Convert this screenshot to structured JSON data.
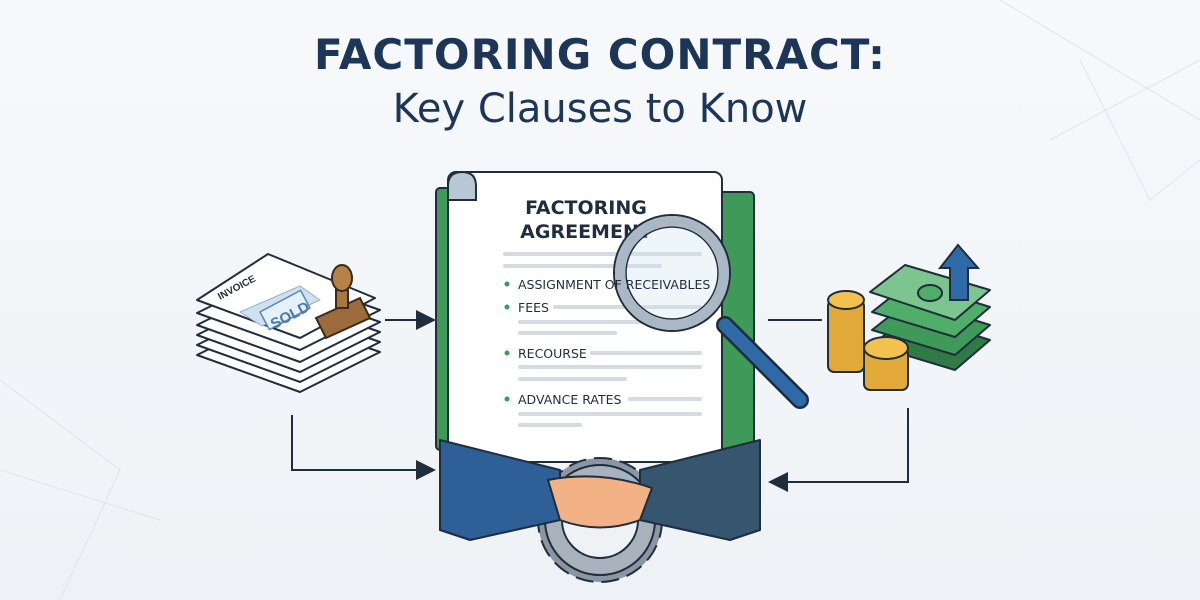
{
  "title": {
    "line1": "FACTORING CONTRACT:",
    "line2": "Key Clauses to Know"
  },
  "document": {
    "heading_line1": "FACTORING",
    "heading_line2": "AGREEMENT",
    "clauses": [
      "ASSIGNMENT OF RECEIVABLES",
      "FEES",
      "RECOURSE",
      "ADVANCE RATES"
    ]
  },
  "invoice": {
    "label": "INVOICE",
    "stamp": "SOLD"
  },
  "icons": [
    "invoice-stack-icon",
    "rubber-stamp-icon",
    "magnifying-glass-icon",
    "coins-icon",
    "cash-stack-icon",
    "up-arrow-icon",
    "handshake-icon",
    "gear-icon"
  ],
  "colors": {
    "title": "#1d3557",
    "green": "#3f9a5a",
    "blue": "#2e6aa6",
    "arrow": "#1f2d3d"
  }
}
